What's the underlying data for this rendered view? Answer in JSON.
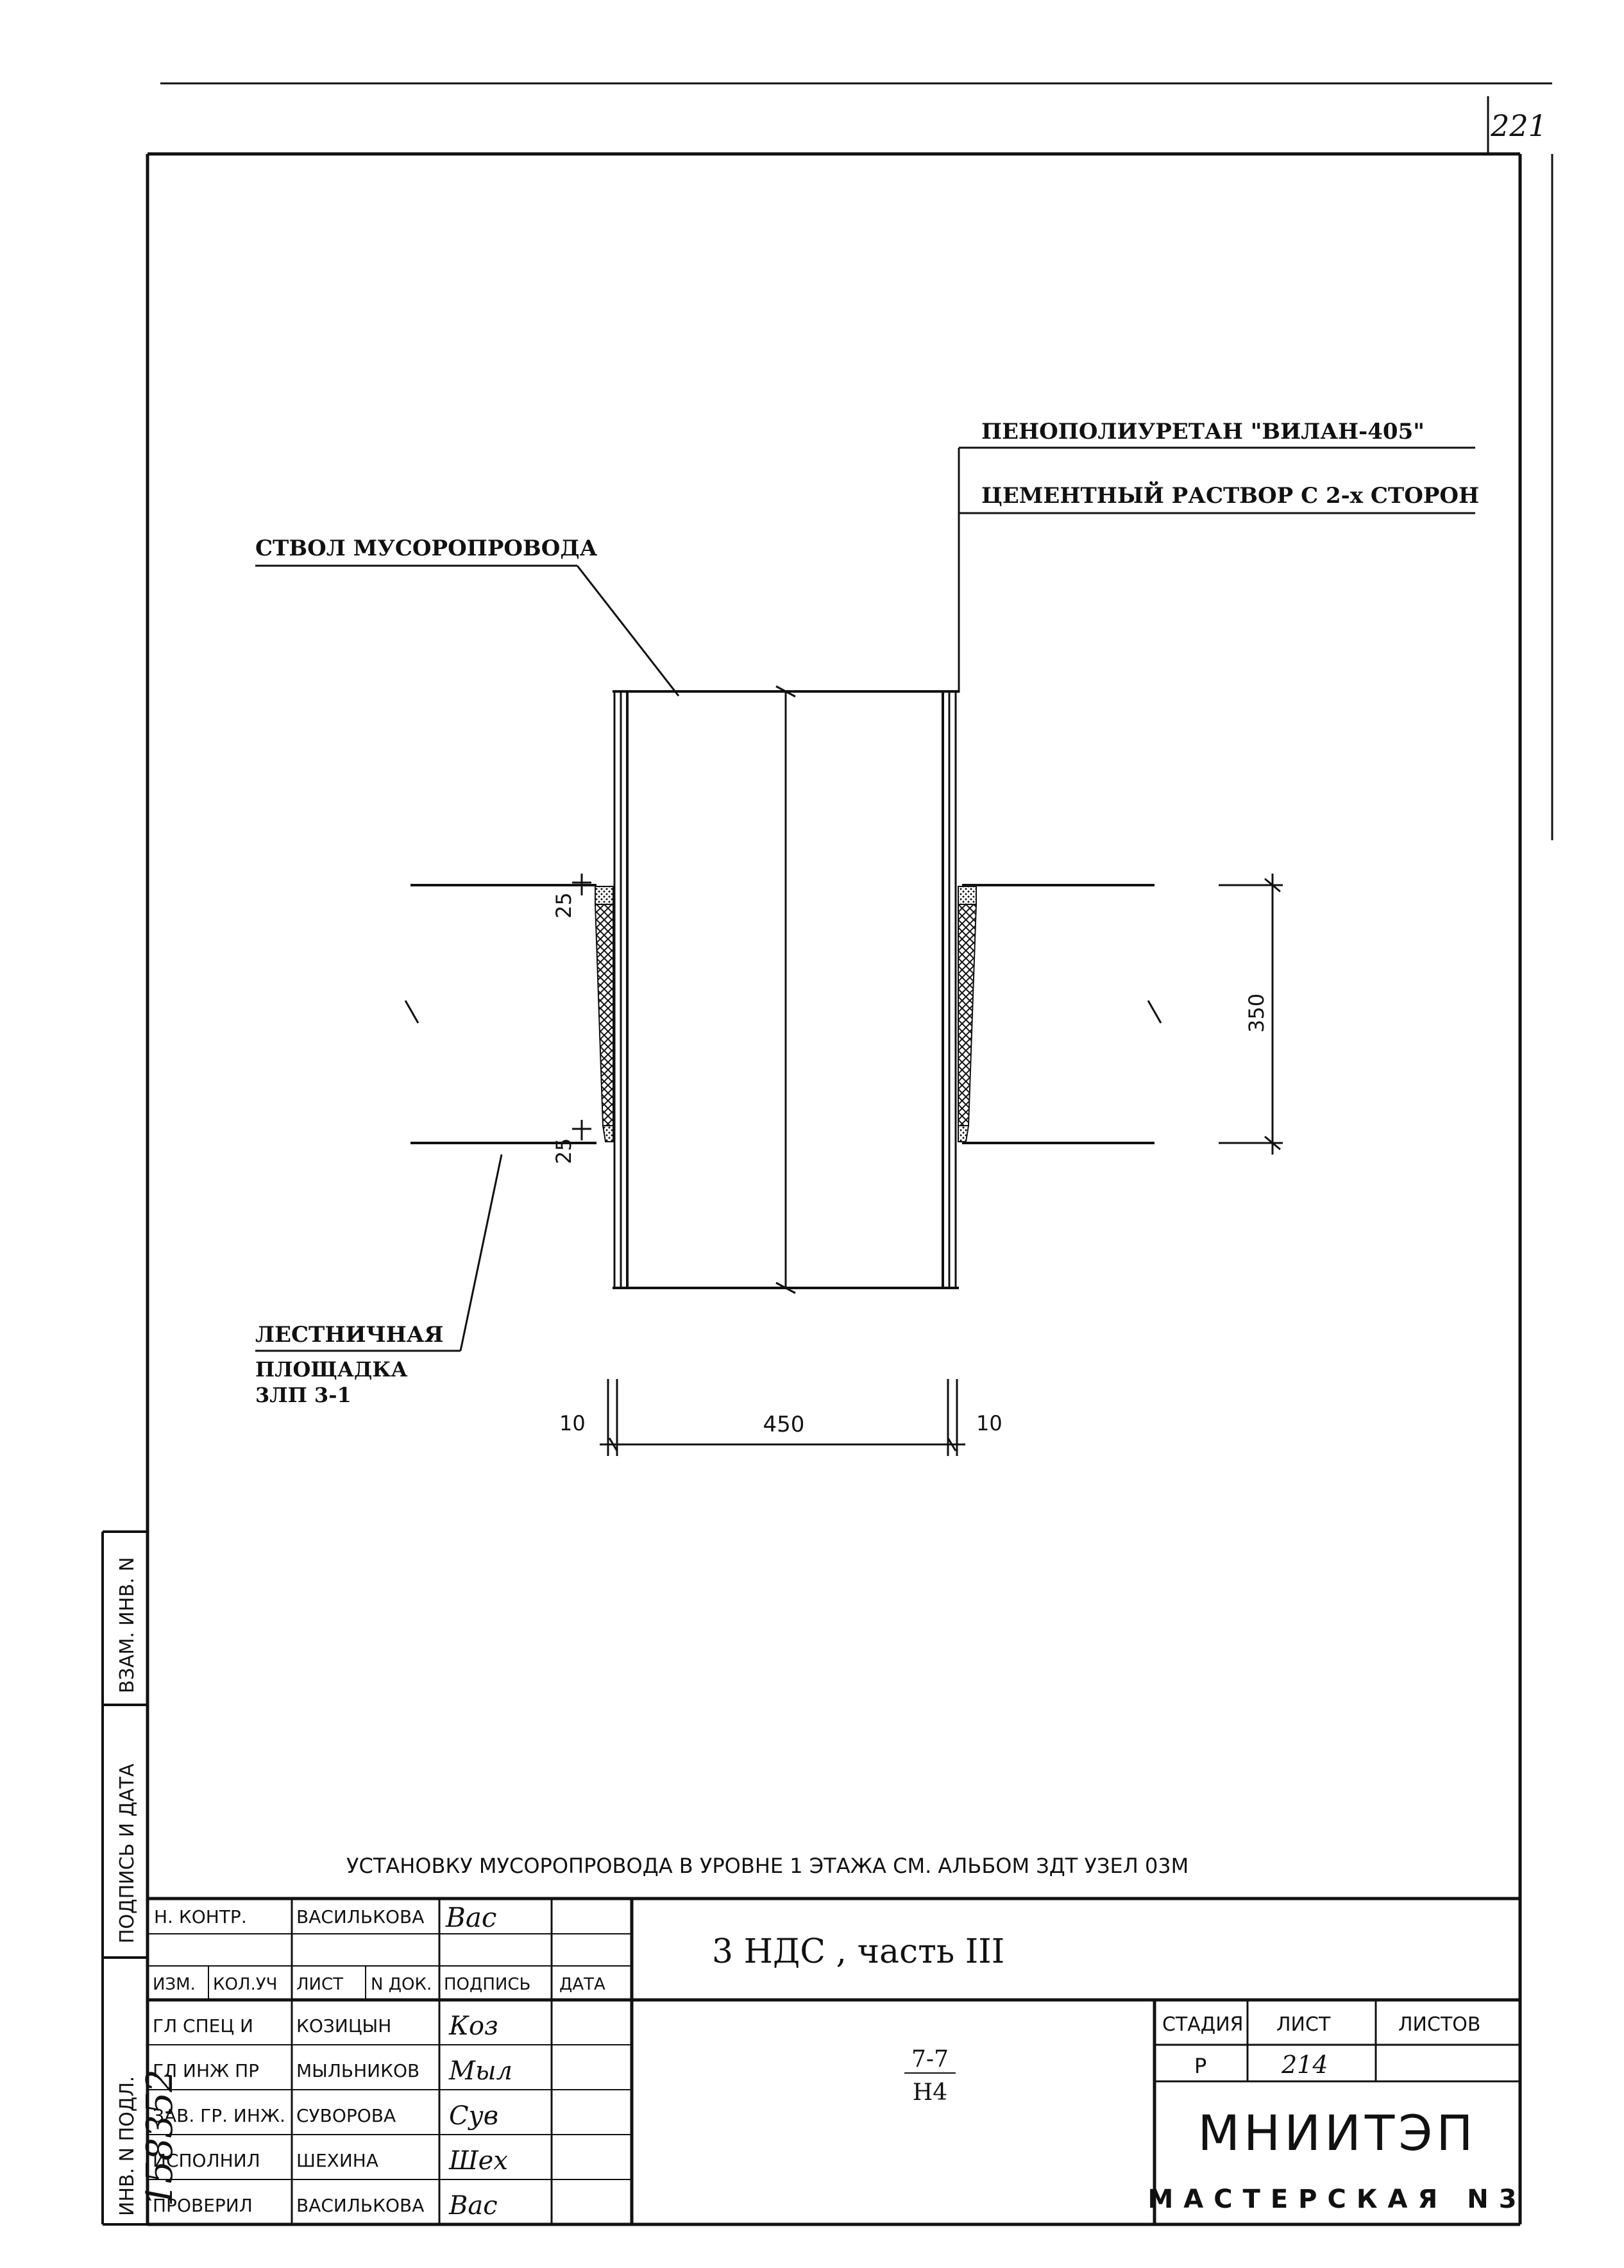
{
  "sheet_number": "221",
  "callouts": {
    "polyurethane": "ПЕНОПОЛИУРЕТАН \"ВИЛАН-405\"",
    "mortar": "ЦЕМЕНТНЫЙ РАСТВОР С 2-х СТОРОН",
    "chute": "СТВОЛ МУСОРОПРОВОДА",
    "landing_line1": "ЛЕСТНИЧНАЯ",
    "landing_line2": "ПЛОЩАДКА",
    "landing_line3": "3ЛП 3-1"
  },
  "dimensions": {
    "top_gap": "25",
    "bottom_gap": "25",
    "slab_height": "350",
    "chute_width": "450",
    "left_wall": "10",
    "right_wall": "10"
  },
  "note": "УСТАНОВКУ МУСОРОПРОВОДА В УРОВНЕ 1 ЭТАЖА СМ. АЛЬБОМ ЗДТ УЗЕЛ 03М",
  "left_margin": {
    "vzam_inv": "ВЗАМ. ИНВ. N",
    "podpis_data": "ПОДПИСЬ И ДАТА",
    "inv_podl": "ИНВ. N ПОДЛ.",
    "inv_number": "158352"
  },
  "title_block": {
    "project": "3 НДС , часть III",
    "drawing_id": "7-7",
    "drawing_code": "Н4",
    "header": {
      "izm": "ИЗМ.",
      "kol_uch": "КОЛ.УЧ",
      "list": "ЛИСТ",
      "n_dok": "N ДОК.",
      "podpis": "ПОДПИСЬ",
      "data": "ДАТА"
    },
    "n_kontr": {
      "role": "Н. КОНТР.",
      "name": "ВАСИЛЬКОВА",
      "sign": "Вас"
    },
    "signers": [
      {
        "role": "ГЛ СПЕЦ И",
        "name": "КОЗИЦЫН",
        "sign": "Коз"
      },
      {
        "role": "ГЛ ИНЖ ПР",
        "name": "МЫЛЬНИКОВ",
        "sign": "Мыл"
      },
      {
        "role": "ЗАВ. ГР. ИНЖ.",
        "name": "СУВОРОВА",
        "sign": "Сув"
      },
      {
        "role": "ИСПОЛНИЛ",
        "name": "ШЕХИНА",
        "sign": "Шех"
      },
      {
        "role": "ПРОВЕРИЛ",
        "name": "ВАСИЛЬКОВА",
        "sign": "Вас"
      }
    ],
    "stage_label": "СТАДИЯ",
    "sheet_label": "ЛИСТ",
    "sheets_label": "ЛИСТОВ",
    "stage": "Р",
    "sheet": "214",
    "sheets": "",
    "org": "МНИИТЭП",
    "workshop": "МАСТЕРСКАЯ N3"
  }
}
